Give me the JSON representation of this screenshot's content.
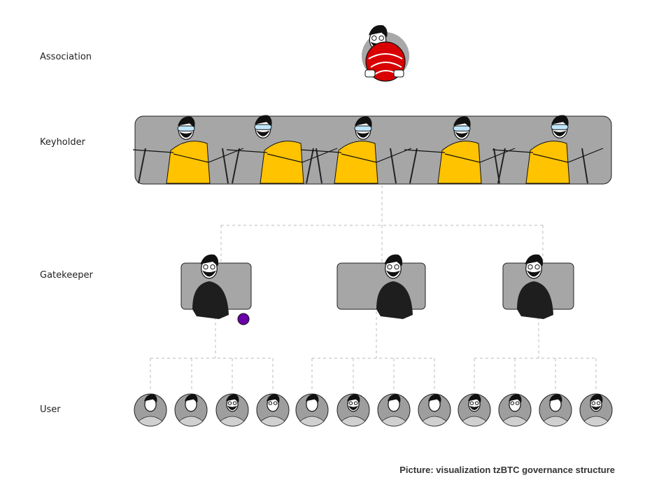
{
  "rows": {
    "association": "Association",
    "keyholder": "Keyholder",
    "gatekeeper": "Gatekeeper",
    "user": "User"
  },
  "caption": "Picture: visualization tzBTC governance structure",
  "colors": {
    "panel_gray": "#a6a6a6",
    "shirt_yellow": "#ffc300",
    "shirt_black": "#1e1e1e",
    "association_red": "#d80000",
    "goggles_blue": "#bfe6ff",
    "user_bg": "#9e9e9e",
    "user_shirt": "#d0d0d0",
    "purple_token": "#6a00a8",
    "connector": "#bbbbbb"
  },
  "icons": {
    "association": "bearded-person-with-red-ball-icon",
    "keyholder": "person-with-vr-goggles-icon",
    "gatekeeper": "person-in-black-shirt-icon",
    "user": "user-avatar-icon"
  },
  "counts": {
    "keyholders": 5,
    "gatekeepers": 3,
    "users_per_gatekeeper": 4
  }
}
